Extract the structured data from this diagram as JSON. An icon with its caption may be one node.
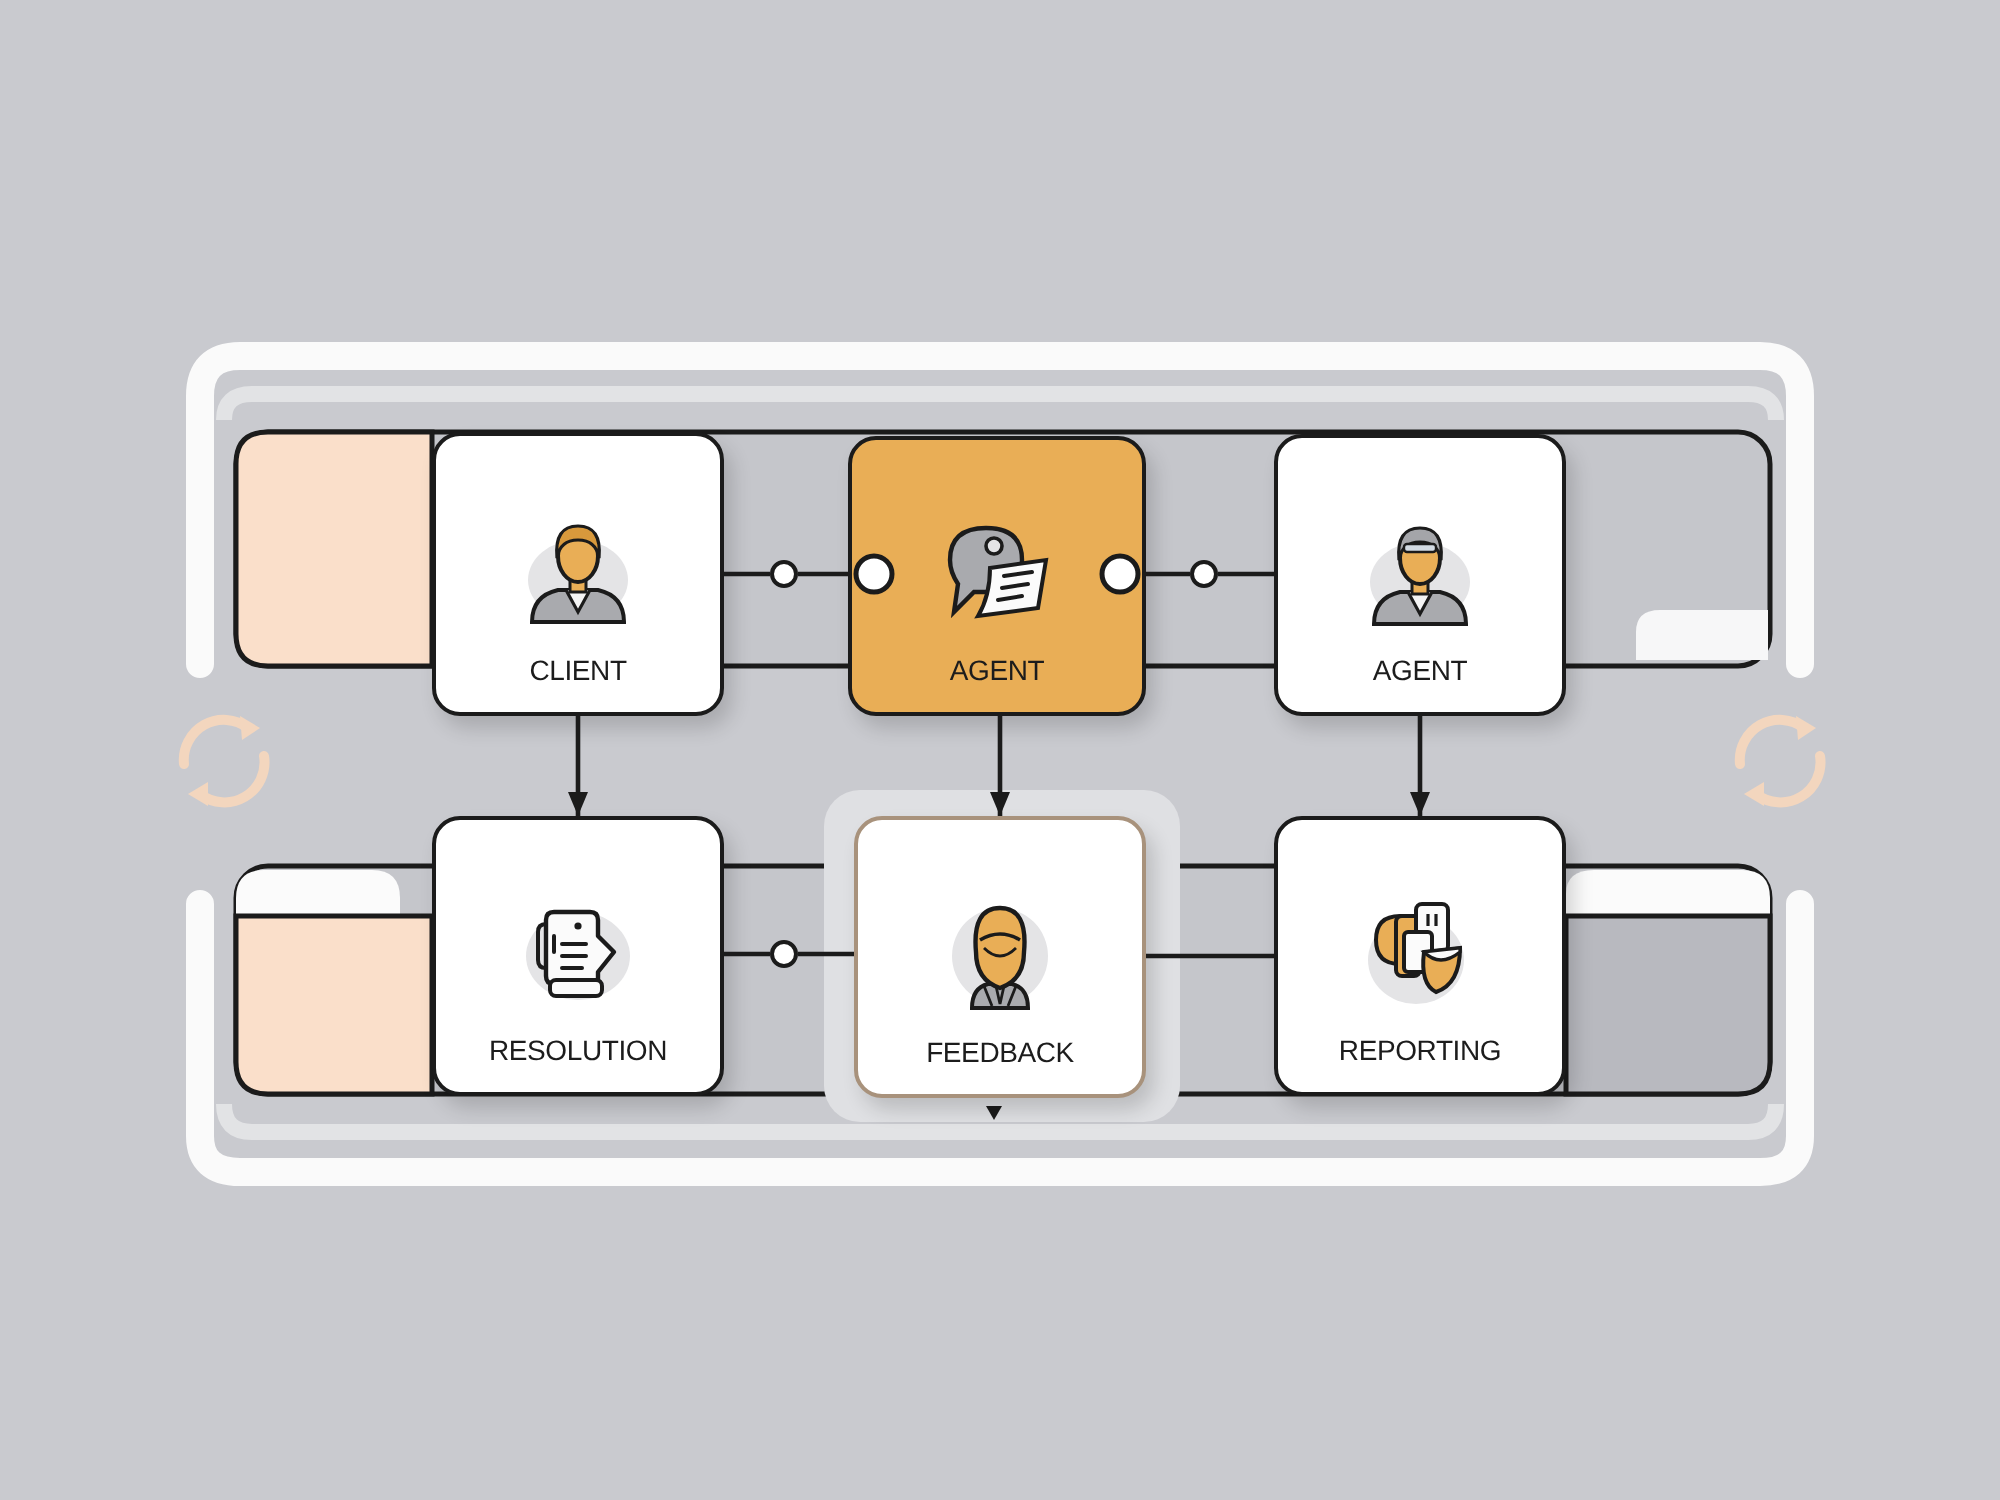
{
  "diagram": {
    "nodes": [
      {
        "text": [
          "CLIENT"
        ]
      },
      {
        "text": [
          "AGENT"
        ]
      },
      {
        "text": [
          "AGENT"
        ]
      },
      {
        "text": [
          "RESOLUTION"
        ]
      },
      {
        "text": [
          "FEEDBACK"
        ]
      },
      {
        "text": [
          "REPORTING"
        ]
      },
      {
        "text": [],
        "shape": "circle"
      },
      {
        "text": [],
        "shape": "circle"
      },
      {
        "text": [],
        "shape": "circle"
      }
    ],
    "edges": [
      {
        "from": 0,
        "to": 6,
        "arrow": "none"
      },
      {
        "from": 1,
        "to": 6,
        "arrow": "other"
      },
      {
        "from": 1,
        "to": 7,
        "arrow": "other"
      },
      {
        "from": 7,
        "to": 2,
        "arrow": "none"
      },
      {
        "from": 0,
        "to": 3,
        "arrow": "to"
      },
      {
        "from": 1,
        "to": 4,
        "arrow": "to"
      },
      {
        "from": 2,
        "to": 5,
        "arrow": "to"
      },
      {
        "from": 3,
        "to": 8,
        "arrow": "none"
      },
      {
        "from": 8,
        "to": 4,
        "arrow": "none"
      },
      {
        "from": 4,
        "to": 5,
        "arrow": "none"
      }
    ]
  }
}
